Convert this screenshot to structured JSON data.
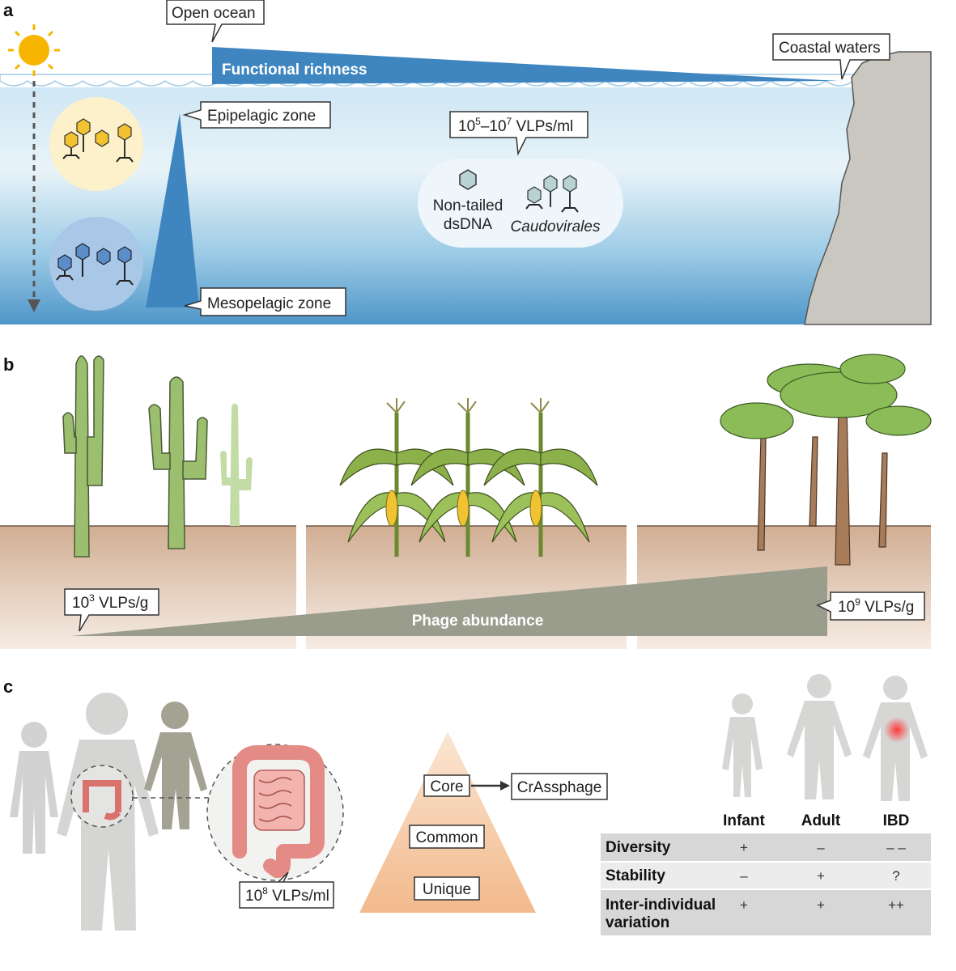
{
  "panel_a": {
    "letter": "a",
    "open_ocean": "Open ocean",
    "coastal_waters": "Coastal waters",
    "functional_richness": "Functional richness",
    "epipelagic": "Epipelagic zone",
    "mesopelagic": "Mesopelagic zone",
    "abundance_base": "10",
    "abundance_exp1": "5",
    "abundance_mid": "–10",
    "abundance_exp2": "7",
    "abundance_unit": " VLPs/ml",
    "nontailed_line1": "Non-tailed",
    "nontailed_line2": "dsDNA",
    "caudovirales": "Caudovirales"
  },
  "panel_b": {
    "letter": "b",
    "low_base": "10",
    "low_exp": "3",
    "low_unit": " VLPs/g",
    "high_base": "10",
    "high_exp": "9",
    "high_unit": " VLPs/g",
    "phage_abundance": "Phage abundance"
  },
  "panel_c": {
    "letter": "c",
    "gut_base": "10",
    "gut_exp": "8",
    "gut_unit": " VLPs/ml",
    "pyramid": {
      "core": "Core",
      "common": "Common",
      "unique": "Unique"
    },
    "crassphage": "CrAssphage",
    "table": {
      "columns": [
        "Infant",
        "Adult",
        "IBD"
      ],
      "rows": [
        {
          "label": "Diversity",
          "values": [
            "+",
            "–",
            "– –"
          ]
        },
        {
          "label": "Stability",
          "values": [
            "–",
            "+",
            "?"
          ]
        },
        {
          "label_line1": "Inter-individual",
          "label_line2": "variation",
          "values": [
            "+",
            "+",
            "++"
          ]
        }
      ]
    }
  },
  "colors": {
    "ocean_top": "#a8d2ec",
    "ocean_bottom": "#4f96c9",
    "band_blue": "#3f86c0",
    "soil": "#d6b79e",
    "wedge_grey": "#9a9d8c",
    "cactus": "#9bbf6f",
    "table_header_bg": "#d7d7d7"
  }
}
